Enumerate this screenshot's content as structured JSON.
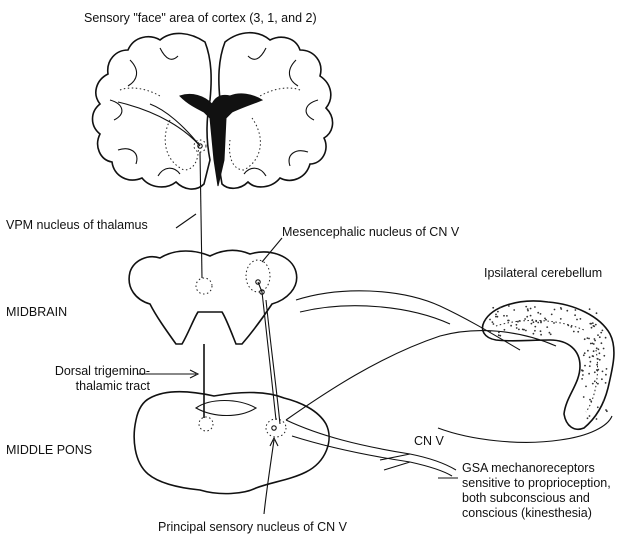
{
  "labels": {
    "cortex": "Sensory \"face\" area of cortex (3, 1, and 2)",
    "vpm": "VPM nucleus of thalamus",
    "mesencephalic": "Mesencephalic nucleus of CN V",
    "cerebellum": "Ipsilateral cerebellum",
    "midbrain": "MIDBRAIN",
    "dorsal_tract": "Dorsal trigemino-\nthalamic tract",
    "middle_pons": "MIDDLE PONS",
    "cn_v": "CN V",
    "gsa": "GSA mechanoreceptors\nsensitive to proprioception,\nboth subconscious and\nconscious (kinesthesia)",
    "principal": "Principal sensory nucleus of CN V"
  }
}
